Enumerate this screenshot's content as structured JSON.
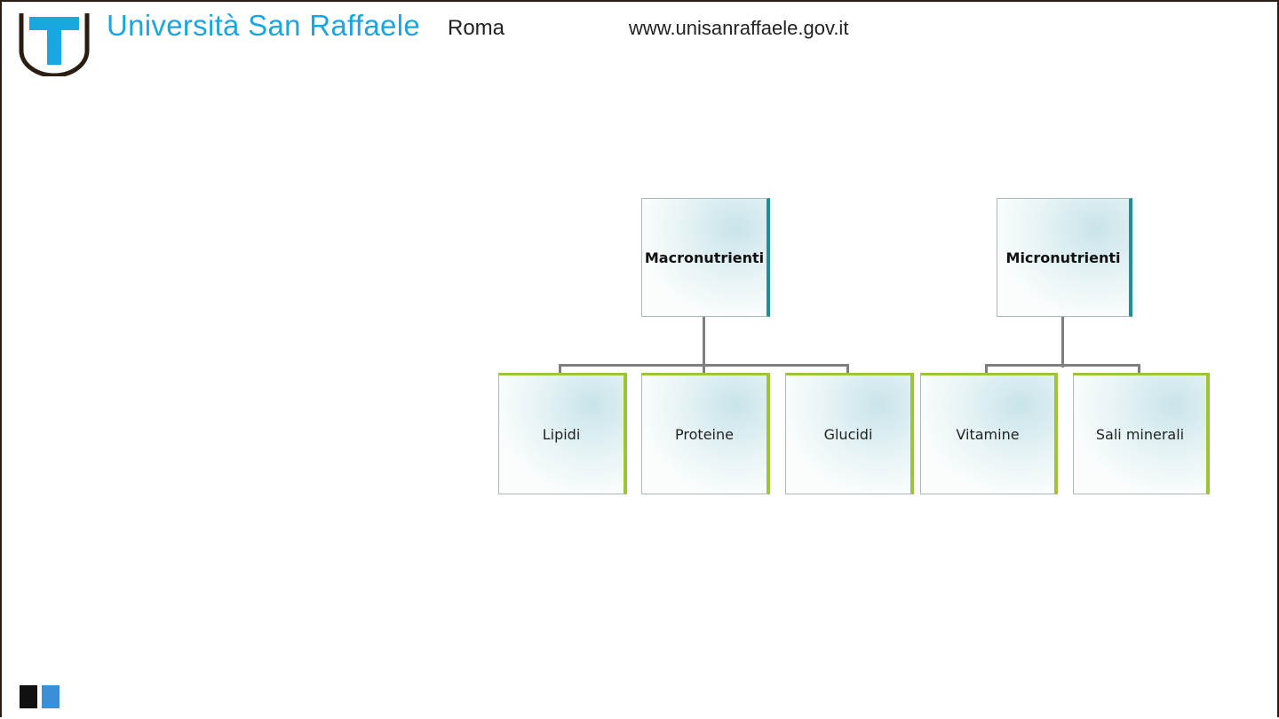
{
  "header": {
    "university": "Università San Raffaele",
    "city": "Roma",
    "url": "www.unisanraffaele.gov.it",
    "logo_letter": "U"
  },
  "diagram": {
    "groups": [
      {
        "label": "Macronutrienti",
        "children": [
          "Lipidi",
          "Proteine",
          "Glucidi"
        ]
      },
      {
        "label": "Micronutrienti",
        "children": [
          "Vitamine",
          "Sali minerali"
        ]
      }
    ]
  },
  "colors": {
    "brand_blue": "#1aa6de",
    "dark": "#2a1e12",
    "teal": "#1f8f8f",
    "green": "#9cc53a"
  }
}
